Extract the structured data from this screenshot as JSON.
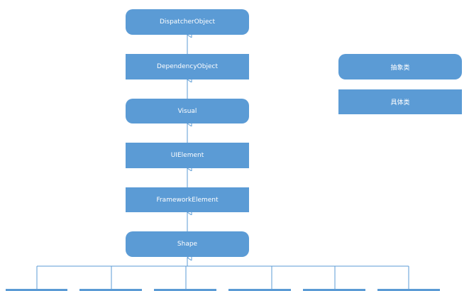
{
  "hierarchy": {
    "dispatcher_object": "DispatcherObject",
    "dependency_object": "DependencyObject",
    "visual": "Visual",
    "ui_element": "UIElement",
    "framework_element": "FrameworkElement",
    "shape": "Shape"
  },
  "legend": {
    "abstract_class": "抽象类",
    "concrete_class": "具体类"
  },
  "colors": {
    "node_fill": "#5b9bd5",
    "node_text": "#ffffff",
    "connector": "#5b9bd5"
  }
}
